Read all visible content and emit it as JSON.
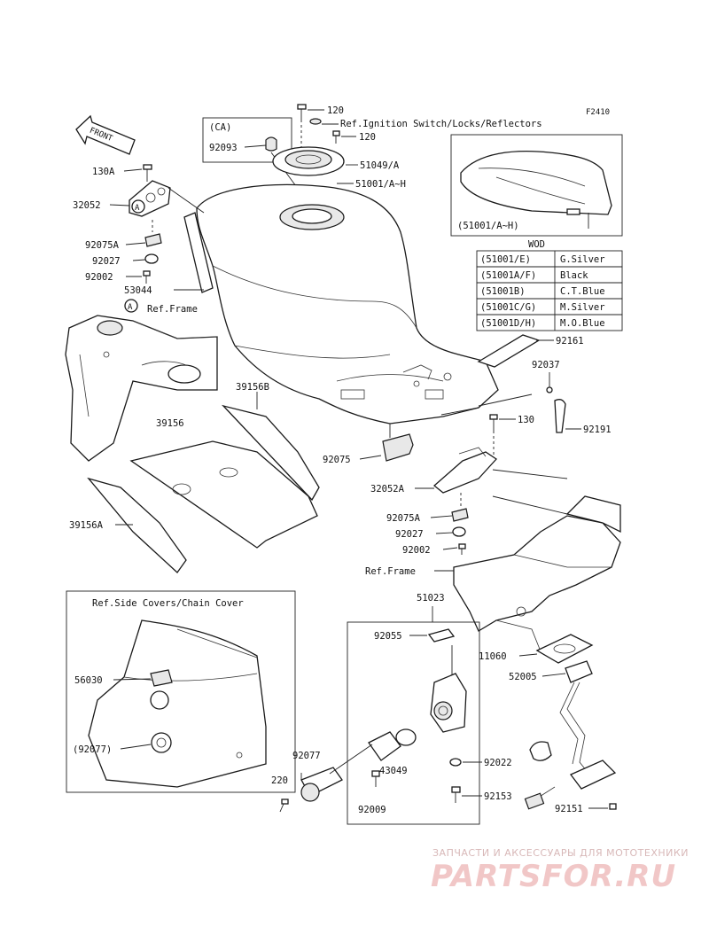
{
  "figure_code": "F2410",
  "front_arrow": "FRONT",
  "circle_marker": "A",
  "labels": {
    "l120a": "120",
    "l120b": "120",
    "ref_ignition": "Ref.Ignition Switch/Locks/Reflectors",
    "ca": "(CA)",
    "l92093": "92093",
    "l51049": "51049/A",
    "l51001": "51001/A~H",
    "l130a": "130A",
    "l32052": "32052",
    "l92075a": "92075A",
    "l92027": "92027",
    "l92002": "92002",
    "l53044": "53044",
    "ref_frame": "Ref.Frame",
    "inset_51001": "(51001/A~H)",
    "l92161": "92161",
    "l92037": "92037",
    "l39156b": "39156B",
    "l39156": "39156",
    "l130": "130",
    "l92191": "92191",
    "l92075": "92075",
    "l32052a": "32052A",
    "l92075a_2": "92075A",
    "l92027_2": "92027",
    "l92002_2": "92002",
    "l39156a": "39156A",
    "ref_frame_2": "Ref.Frame",
    "l51023": "51023",
    "ref_side": "Ref.Side Covers/Chain Cover",
    "l92055": "92055",
    "l11060": "11060",
    "l56030": "56030",
    "l52005": "52005",
    "l92077p": "(92077)",
    "l92077": "92077",
    "l43049": "43049",
    "l92022": "92022",
    "l220": "220",
    "l92153": "92153",
    "l92009": "92009",
    "l92151": "92151"
  },
  "color_table": {
    "header": "WOD",
    "rows": [
      {
        "code": "(51001/E)",
        "color": "G.Silver"
      },
      {
        "code": "(51001A/F)",
        "color": "Black"
      },
      {
        "code": "(51001B)",
        "color": "C.T.Blue"
      },
      {
        "code": "(51001C/G)",
        "color": "M.Silver"
      },
      {
        "code": "(51001D/H)",
        "color": "M.O.Blue"
      }
    ]
  },
  "watermark": {
    "top": "ЗАПЧАСТИ И АКСЕССУАРЫ ДЛЯ МОТОТЕХНИКИ",
    "main": "PARTSFOR.RU"
  },
  "colors": {
    "line": "#1a1a1a",
    "watermark": "#f1c7c7"
  }
}
